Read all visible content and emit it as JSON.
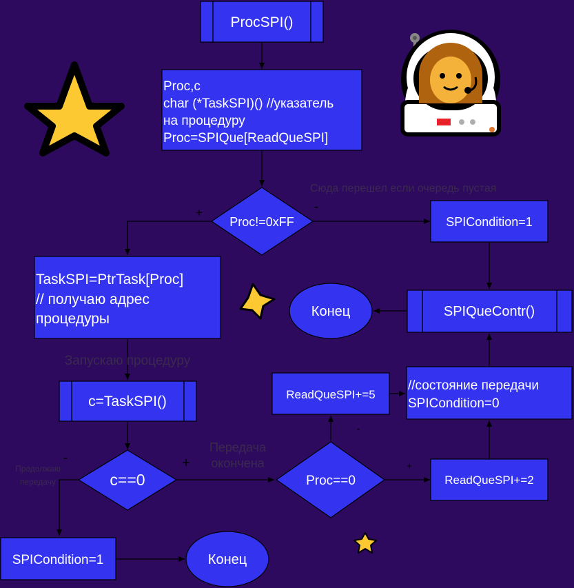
{
  "diagram": {
    "start": {
      "label": "ProcSPI()"
    },
    "init": {
      "lines": [
        "Proc,c",
        "char (*TaskSPI)() //указатель",
        "на процедуру",
        "Proc=SPIQue[ReadQueSPI]"
      ]
    },
    "check_queue": {
      "label": "Proc!=0xFF",
      "yes": "+",
      "no": "-"
    },
    "queue_empty_note": "Сюда перешел если очередь пустая",
    "empty_condition": {
      "label": "SPICondition=1"
    },
    "que_contr": {
      "label": "SPIQueContr()"
    },
    "end_top": {
      "label": "Конец"
    },
    "get_address": {
      "lines": [
        "TaskSPI=PtrTask[Proc]",
        "// получаю адрес",
        "процедуры"
      ]
    },
    "launch_note": "Запускаю процедуру",
    "call_task": {
      "label": "c=TaskSPI()"
    },
    "check_c": {
      "label": "c==0",
      "yes": "+",
      "no": "-"
    },
    "continue_note": [
      "Продолжаю",
      "передачу"
    ],
    "done_note": [
      "Передача",
      "окончена"
    ],
    "check_proc": {
      "label": "Proc==0",
      "yes": "+",
      "no": "-"
    },
    "read_add5": {
      "label": "ReadQueSPI+=5"
    },
    "read_add2": {
      "label": "ReadQueSPI+=2"
    },
    "state_box": {
      "lines": [
        "//состояние передачи",
        "SPICondition=0"
      ]
    },
    "cond_bottom": {
      "label": "SPICondition=1"
    },
    "end_bottom": {
      "label": "Конец"
    }
  },
  "decor": {
    "star_color": "#fcc933",
    "box_color": "#3333f0",
    "background": "#2d0a5e",
    "astronaut": "astronaut-icon"
  }
}
